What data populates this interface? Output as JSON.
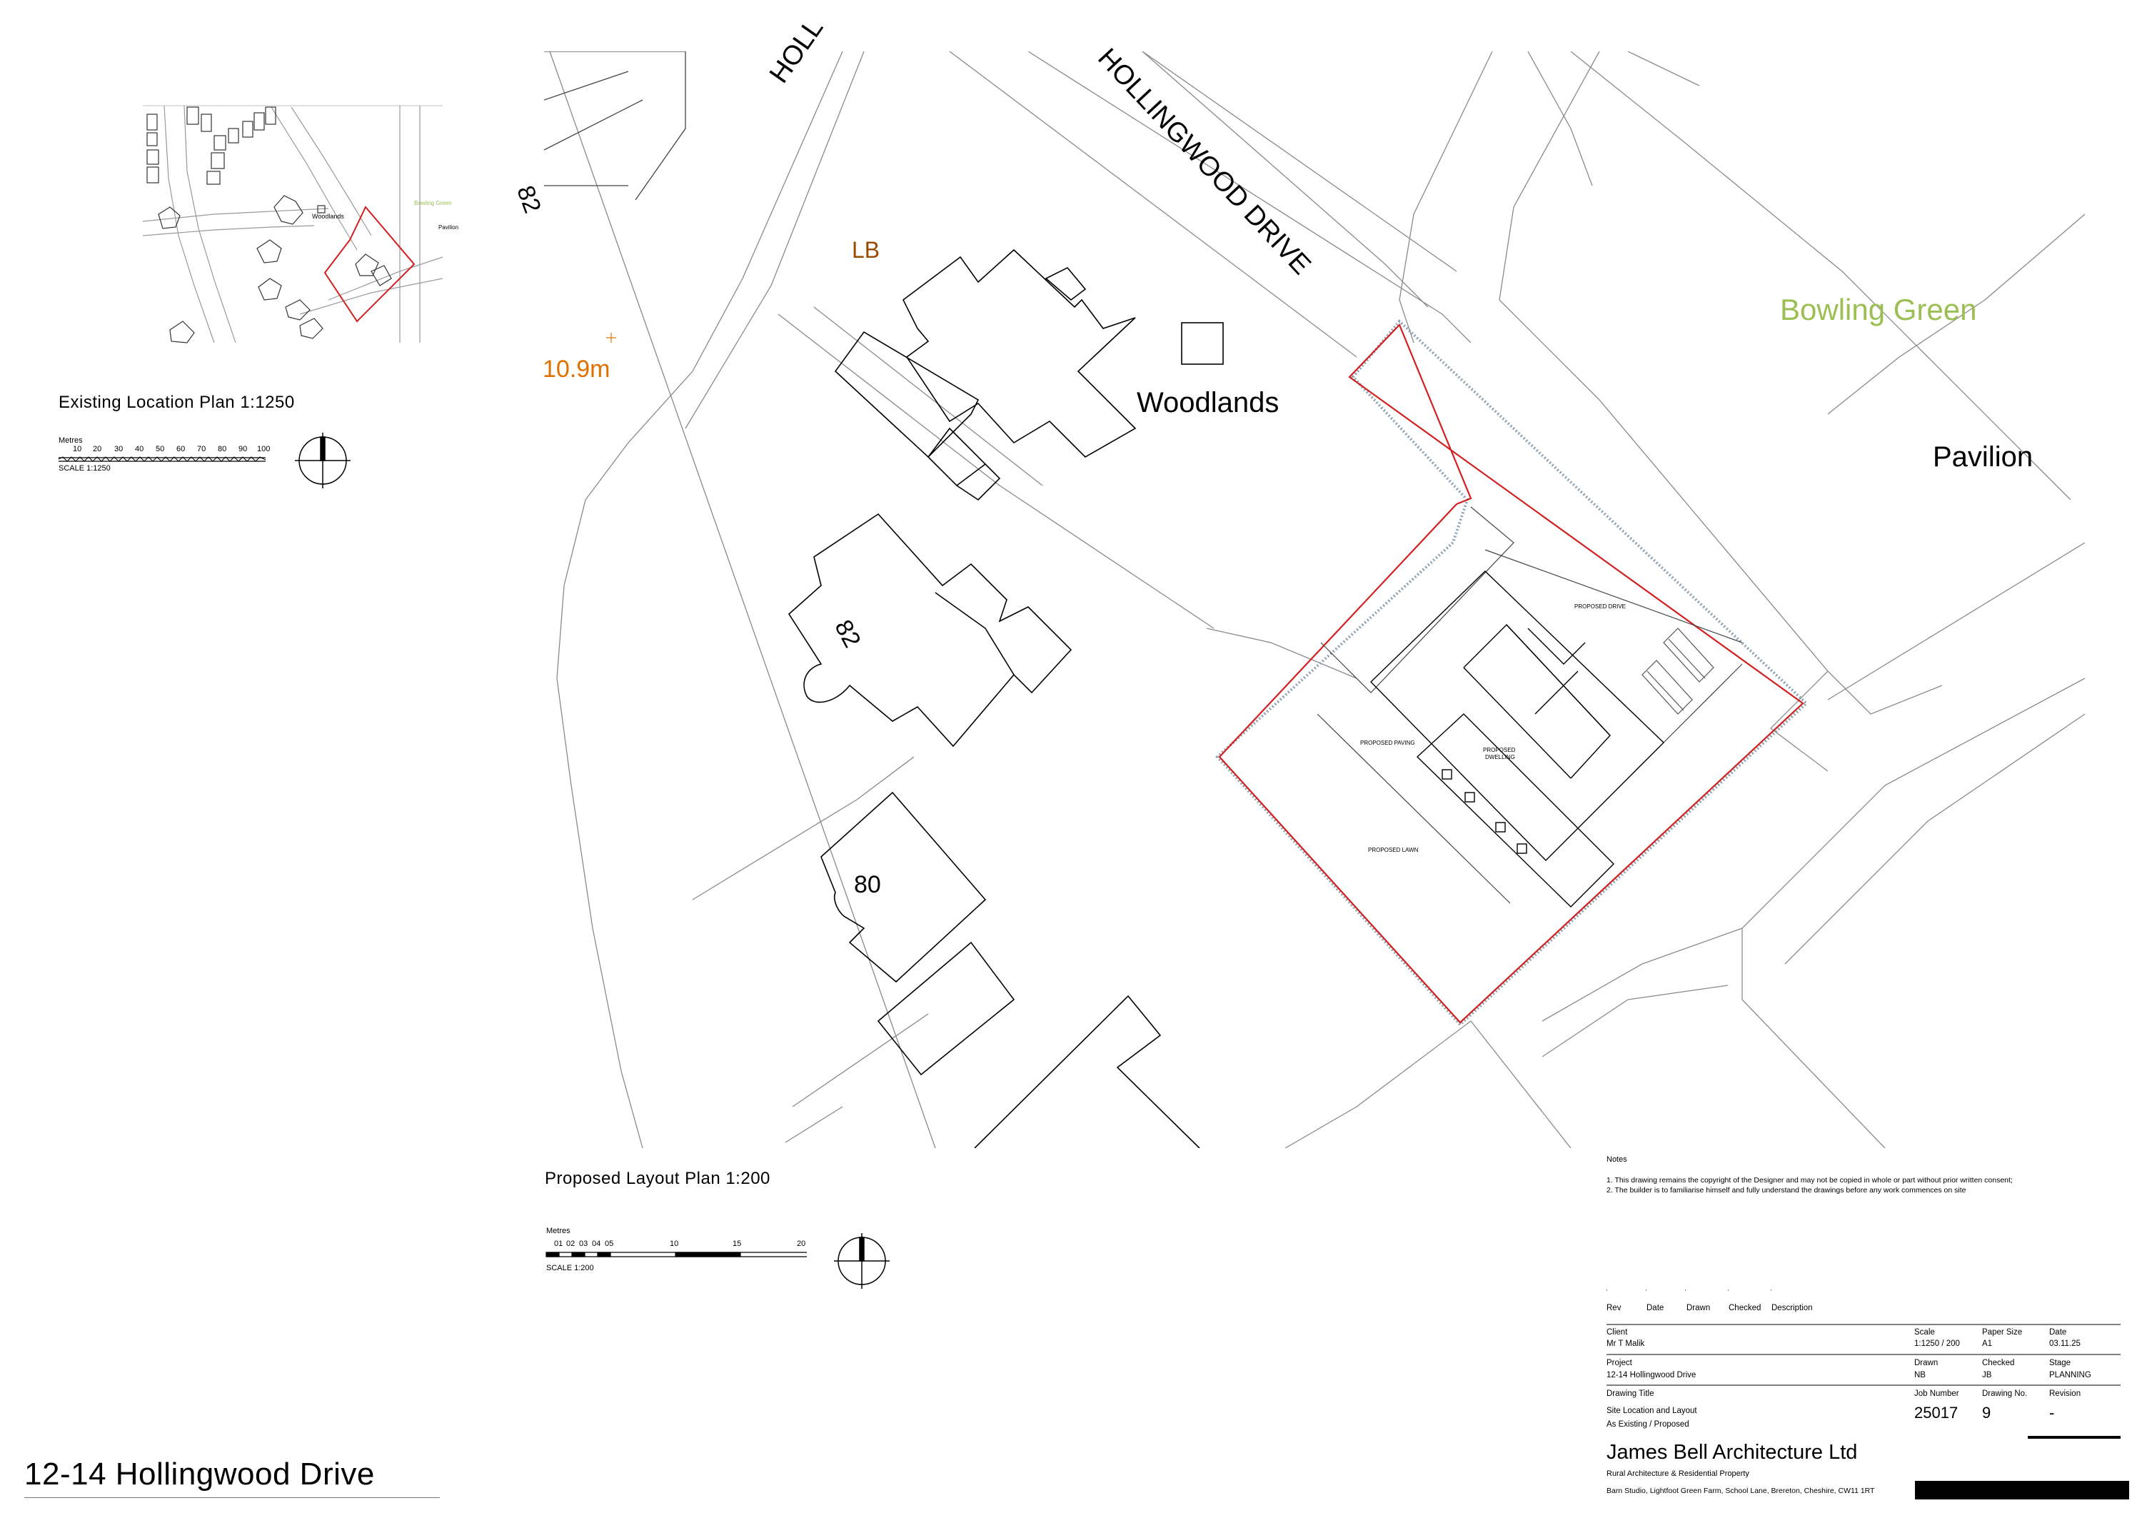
{
  "location_plan": {
    "title": "Existing Location Plan 1:1250",
    "scale_unit": "Metres",
    "scale_ticks": [
      "10",
      "20",
      "30",
      "40",
      "50",
      "60",
      "70",
      "80",
      "90",
      "100"
    ],
    "scale_note": "SCALE 1:1250",
    "labels": {
      "woodlands": "Woodlands",
      "bowling_green": "Bowling Green",
      "pavilion": "Pavilion"
    }
  },
  "layout_plan": {
    "title": "Proposed Layout Plan 1:200",
    "scale_unit": "Metres",
    "scale_ticks": [
      "01",
      "02",
      "03",
      "04",
      "05",
      "10",
      "15",
      "20"
    ],
    "scale_note": "SCALE 1:200",
    "roads": {
      "hollingwood_drive": "HOLLINGWOOD DRIVE",
      "holly_road_fragment": "HOLL"
    },
    "labels": {
      "lb": "LB",
      "spot_height": "10.9m",
      "woodlands": "Woodlands",
      "bowling_green": "Bowling Green",
      "pavilion": "Pavilion",
      "house_82": "82",
      "house_80": "80",
      "house_fragment": "82",
      "proposed_drive": "PROPOSED DRIVE",
      "proposed_paving": "PROPOSED PAVING",
      "proposed_dwelling_1": "PROPOSED",
      "proposed_dwelling_2": "DWELLING",
      "proposed_lawn": "PROPOSED LAWN"
    },
    "colors": {
      "site_boundary": "#d22020",
      "lb_text": "#9a4a00",
      "spot_height_text": "#e07000",
      "bowling_green_text": "#9cbf54"
    }
  },
  "notes": {
    "heading": "Notes",
    "items": [
      "1. This drawing remains the copyright of the Designer and may not be copied in whole or part without prior written consent;",
      "2. The builder is to familiarise himself and fully understand the drawings before any work commences on site"
    ]
  },
  "title_block": {
    "revision_headers": [
      "Rev",
      "Date",
      "Drawn",
      "Checked",
      "Description"
    ],
    "client_label": "Client",
    "client": "Mr T Malik",
    "scale_label": "Scale",
    "scale": "1:1250 / 200",
    "paper_label": "Paper Size",
    "paper": "A1",
    "date_label": "Date",
    "date": "03.11.25",
    "project_label": "Project",
    "project": "12-14 Hollingwood Drive",
    "drawn_label": "Drawn",
    "drawn": "NB",
    "checked_label": "Checked",
    "checked": "JB",
    "stage_label": "Stage",
    "stage": "PLANNING",
    "drawing_title_label": "Drawing Title",
    "drawing_title_1": "Site Location and Layout",
    "drawing_title_2": "As Existing / Proposed",
    "job_label": "Job Number",
    "job": "25017",
    "drawing_no_label": "Drawing No.",
    "drawing_no": "9",
    "revision_label": "Revision",
    "revision": "-",
    "company": "James Bell Architecture Ltd",
    "tagline": "Rural Architecture & Residential Property",
    "address": "Barn Studio, Lightfoot Green Farm, School Lane, Brereton, Cheshire, CW11 1RT"
  },
  "project_title": "12-14 Hollingwood Drive"
}
